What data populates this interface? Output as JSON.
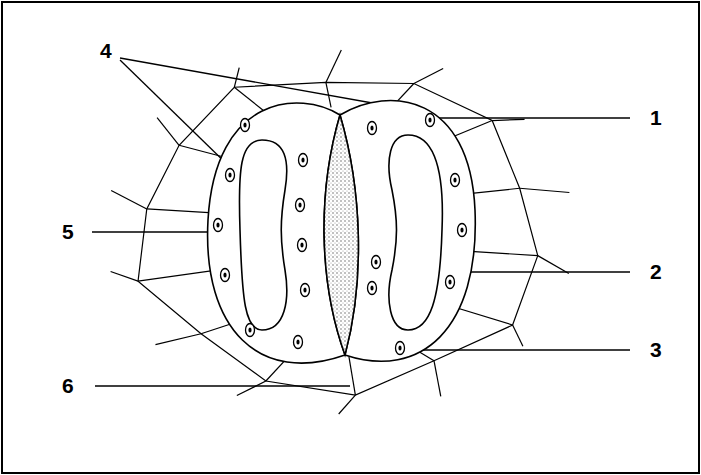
{
  "diagram": {
    "labels": [
      "4",
      "1",
      "5",
      "2",
      "3",
      "6"
    ]
  }
}
